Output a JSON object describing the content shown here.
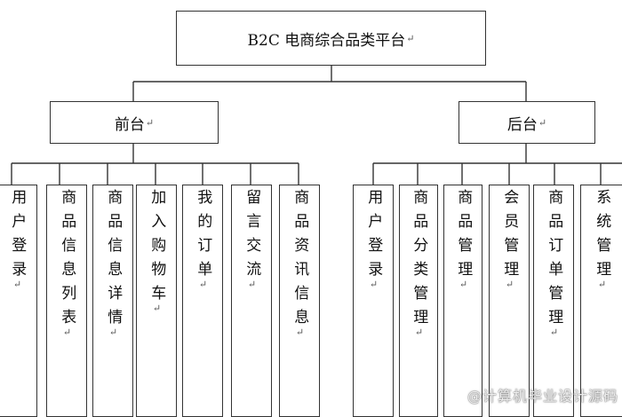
{
  "root": {
    "label": "B2C 电商综合品类平台"
  },
  "branches": [
    {
      "label": "前台",
      "children": [
        {
          "label": "用户登录"
        },
        {
          "label": "商品信息列表"
        },
        {
          "label": "商品信息详情"
        },
        {
          "label": "加入购物车"
        },
        {
          "label": "我的订单"
        },
        {
          "label": "留言交流"
        },
        {
          "label": "商品资讯信息"
        }
      ]
    },
    {
      "label": "后台",
      "children": [
        {
          "label": "用户登录"
        },
        {
          "label": "商品分类管理"
        },
        {
          "label": "商品管理"
        },
        {
          "label": "会员管理"
        },
        {
          "label": "商品订单管理"
        },
        {
          "label": "系统管理"
        }
      ]
    }
  ],
  "paragraph_mark": "↵",
  "watermark": "@计算机毕业设计源码"
}
